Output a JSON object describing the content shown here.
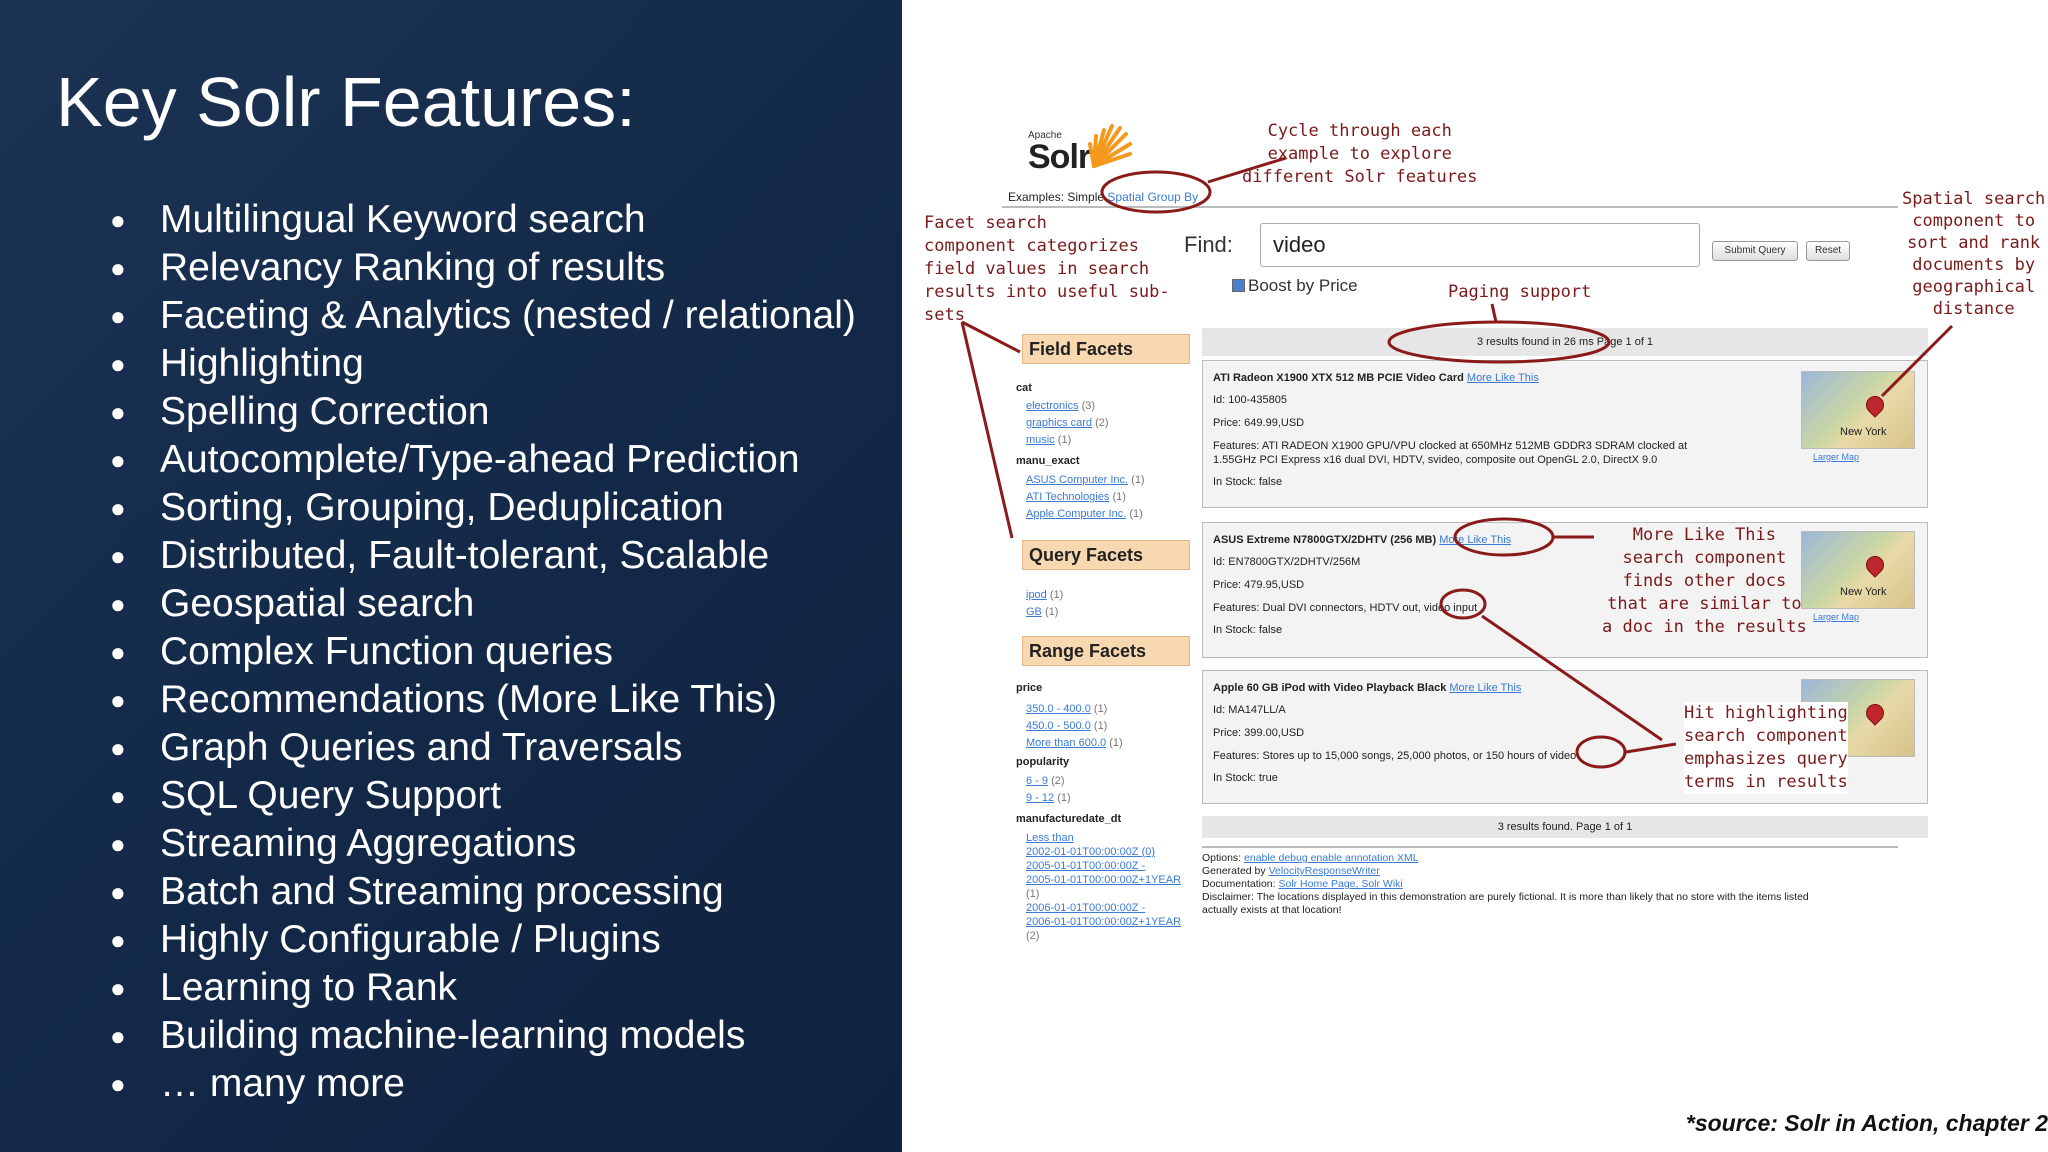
{
  "slide": {
    "title": "Key Solr Features:",
    "features": [
      "Multilingual Keyword search",
      "Relevancy Ranking of results",
      "Faceting & Analytics (nested / relational)",
      "Highlighting",
      "Spelling Correction",
      "Autocomplete/Type-ahead Prediction",
      "Sorting, Grouping, Deduplication",
      "Distributed, Fault-tolerant, Scalable",
      "Geospatial search",
      "Complex Function queries",
      "Recommendations (More Like This)",
      "Graph Queries and Traversals",
      "SQL Query Support",
      "Streaming Aggregations",
      "Batch and Streaming processing",
      "Highly Configurable / Plugins",
      "Learning to Rank",
      "Building machine-learning models",
      "… many more"
    ],
    "bullet": "●",
    "source": "*source: Solr in Action, chapter 2"
  },
  "solr": {
    "logo_apache": "Apache",
    "logo_name": "Solr",
    "examples_label": "Examples:",
    "examples": [
      "Simple",
      "Spatial",
      "Group By"
    ],
    "find_label": "Find:",
    "query": "video",
    "submit": "Submit Query",
    "reset": "Reset",
    "boost": "Boost by Price",
    "results_header": "3 results found in 26 ms Page 1 of 1",
    "results_footer": "3 results found. Page 1 of 1",
    "field_facets_title": "Field Facets",
    "cat_label": "cat",
    "cat_items": [
      {
        "name": "electronics",
        "count": "(3)"
      },
      {
        "name": "graphics card",
        "count": "(2)"
      },
      {
        "name": "music",
        "count": "(1)"
      }
    ],
    "manu_label": "manu_exact",
    "manu_items": [
      {
        "name": "ASUS Computer Inc.",
        "count": "(1)"
      },
      {
        "name": "ATI Technologies",
        "count": "(1)"
      },
      {
        "name": "Apple Computer Inc.",
        "count": "(1)"
      }
    ],
    "query_facets_title": "Query Facets",
    "query_items": [
      {
        "name": "ipod",
        "count": "(1)"
      },
      {
        "name": "GB",
        "count": "(1)"
      }
    ],
    "range_facets_title": "Range Facets",
    "price_label": "price",
    "price_items": [
      {
        "name": "350.0 - 400.0",
        "count": "(1)"
      },
      {
        "name": "450.0 - 500.0",
        "count": "(1)"
      },
      {
        "name": "More than 600.0",
        "count": "(1)"
      }
    ],
    "popularity_label": "popularity",
    "popularity_items": [
      {
        "name": "6 - 9",
        "count": "(2)"
      },
      {
        "name": "9 - 12",
        "count": "(1)"
      }
    ],
    "mfd_label": "manufacturedate_dt",
    "mfd_lines": [
      "Less than",
      "2002-01-01T00:00:00Z (0)",
      "2005-01-01T00:00:00Z -",
      "2005-01-01T00:00:00Z+1YEAR",
      "(1)",
      "2006-01-01T00:00:00Z -",
      "2006-01-01T00:00:00Z+1YEAR",
      "(2)"
    ],
    "more_like_this": "More Like This",
    "larger_map": "Larger Map",
    "map_city": "New York",
    "results": [
      {
        "title": "ATI Radeon X1900 XTX 512 MB PCIE Video Card",
        "id": "Id: 100-435805",
        "price": "Price: 649.99,USD",
        "features_1": "Features: ATI RADEON X1900 GPU/VPU clocked at 650MHz 512MB GDDR3 SDRAM clocked at",
        "features_2": "1.55GHz PCI Express x16 dual DVI, HDTV, svideo, composite out OpenGL 2.0, DirectX 9.0",
        "stock": "In Stock: false"
      },
      {
        "title": "ASUS Extreme N7800GTX/2DHTV (256 MB)",
        "id": "Id: EN7800GTX/2DHTV/256M",
        "price": "Price: 479.95,USD",
        "features_1": "Features: Dual DVI connectors, HDTV out, video input",
        "stock": "In Stock: false"
      },
      {
        "title": "Apple 60 GB iPod with Video Playback Black",
        "id": "Id: MA147LL/A",
        "price": "Price: 399.00,USD",
        "features_1": "Features: Stores up to 15,000 songs, 25,000 photos, or 150 hours of video",
        "stock": "In Stock: true"
      }
    ],
    "options_label": "Options:",
    "options_links": "enable debug  enable annotation  XML",
    "generated_label": "Generated by",
    "generated_link": "VelocityResponseWriter",
    "documentation_label": "Documentation:",
    "documentation_links": "Solr Home Page, Solr Wiki",
    "disclaimer_1": "Disclaimer: The locations displayed in this demonstration are purely fictional. It is more than likely that no store with the items listed",
    "disclaimer_2": "actually exists at that location!"
  },
  "annotations": {
    "cycle": [
      "Cycle through each",
      "example to explore",
      "different Solr features"
    ],
    "facet": [
      "Facet search",
      "component categorizes",
      "field values in search",
      "results into useful sub-",
      "sets"
    ],
    "spatial": [
      "Spatial search",
      "component to",
      "sort and rank",
      "documents by",
      "geographical",
      "distance"
    ],
    "paging": "Paging support",
    "mlt": [
      "More Like This",
      "search component",
      "finds other docs",
      "that are similar to",
      "a doc in the results"
    ],
    "hit": [
      "Hit highlighting",
      "search component",
      "emphasizes query",
      "terms in results"
    ]
  },
  "colors": {
    "panel": "#142a49",
    "annotation": "#7a1a1a",
    "link": "#3a7bd5",
    "facet_header": "#f8d8b0"
  }
}
